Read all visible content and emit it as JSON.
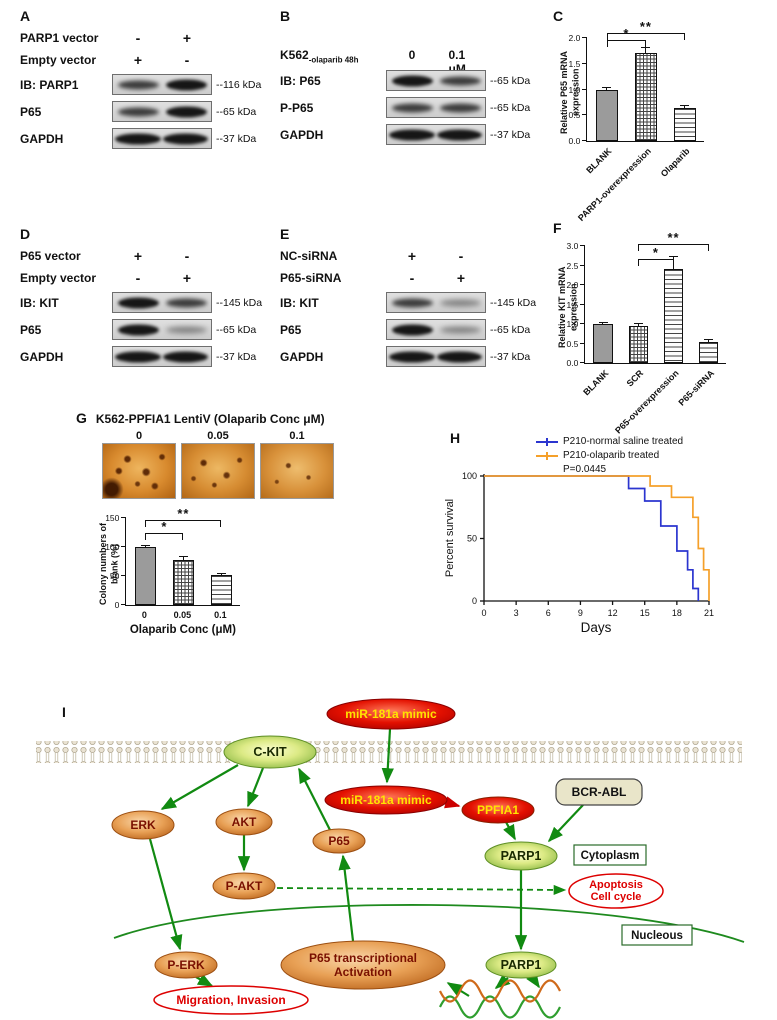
{
  "panels": {
    "a": {
      "label": "A",
      "conditions": [
        {
          "name": "PARP1 vector",
          "s1": "-",
          "s2": "+"
        },
        {
          "name": "Empty vector",
          "s1": "+",
          "s2": "-"
        }
      ],
      "blots": [
        {
          "name": "IB: PARP1",
          "kda": "--116 kDa"
        },
        {
          "name": "P65",
          "kda": "--65 kDa"
        },
        {
          "name": "GAPDH",
          "kda": "--37 kDa"
        }
      ]
    },
    "b": {
      "label": "B",
      "cell_line": "K562",
      "cell_line_sub": "-olaparib 48h",
      "doses": {
        "s1": "0",
        "s2": "0.1 μM"
      },
      "blots": [
        {
          "name": "IB: P65",
          "kda": "--65 kDa"
        },
        {
          "name": "P-P65",
          "kda": "--65 kDa"
        },
        {
          "name": "GAPDH",
          "kda": "--37 kDa"
        }
      ]
    },
    "c": {
      "label": "C"
    },
    "d": {
      "label": "D",
      "conditions": [
        {
          "name": "P65 vector",
          "s1": "+",
          "s2": "-"
        },
        {
          "name": "Empty vector",
          "s1": "-",
          "s2": "+"
        }
      ],
      "blots": [
        {
          "name": "IB: KIT",
          "kda": "--145 kDa"
        },
        {
          "name": "P65",
          "kda": "--65 kDa"
        },
        {
          "name": "GAPDH",
          "kda": "--37 kDa"
        }
      ]
    },
    "e": {
      "label": "E",
      "conditions": [
        {
          "name": "NC-siRNA",
          "s1": "+",
          "s2": "-"
        },
        {
          "name": "P65-siRNA",
          "s1": "-",
          "s2": "+"
        }
      ],
      "blots": [
        {
          "name": "IB: KIT",
          "kda": "--145 kDa"
        },
        {
          "name": "P65",
          "kda": "--65 kDa"
        },
        {
          "name": "GAPDH",
          "kda": "--37 kDa"
        }
      ]
    },
    "f": {
      "label": "F"
    },
    "g": {
      "label": "G",
      "title": "K562-PPFIA1 LentiV (Olaparib Conc μM)",
      "image_labels": [
        "0",
        "0.05",
        "0.1"
      ]
    },
    "h": {
      "label": "H"
    },
    "i": {
      "label": "I"
    }
  },
  "chart_data": [
    {
      "panel": "C",
      "type": "bar",
      "ylabel": "Relative P65 mRNA expression",
      "categories": [
        "BLANK",
        "PARP1-overexpression",
        "Olaparib"
      ],
      "values": [
        1.0,
        1.7,
        0.65
      ],
      "errors": [
        0.05,
        0.12,
        0.05
      ],
      "ylim": [
        0,
        2.0
      ],
      "yticks": [
        0,
        0.5,
        1.0,
        1.5,
        2.0
      ],
      "ytick_labels": [
        "0.0",
        "0.5",
        "1.0",
        "1.5",
        "2.0"
      ],
      "bar_styles": [
        "solid",
        "cross",
        "hlines"
      ],
      "cat_rotation": 45,
      "significance": [
        {
          "from": 0,
          "to": 1,
          "label": "*",
          "y": 1.83
        },
        {
          "from": 0,
          "to": 2,
          "label": "**",
          "y": 1.97
        }
      ]
    },
    {
      "panel": "F",
      "type": "bar",
      "ylabel": "Relative KIT mRNA expression",
      "categories": [
        "BLANK",
        "SCR",
        "P65-overexpression",
        "P65-siRNA"
      ],
      "values": [
        1.0,
        0.95,
        2.4,
        0.55
      ],
      "errors": [
        0.05,
        0.08,
        0.35,
        0.06
      ],
      "ylim": [
        0,
        3.0
      ],
      "yticks": [
        0,
        0.5,
        1.0,
        1.5,
        2.0,
        2.5,
        3.0
      ],
      "ytick_labels": [
        "0.0",
        "0.5",
        "1.0",
        "1.5",
        "2.0",
        "2.5",
        "3.0"
      ],
      "bar_styles": [
        "solid",
        "cross",
        "hlines",
        "hlines"
      ],
      "cat_rotation": 45,
      "significance": [
        {
          "from": 1,
          "to": 2,
          "label": "*",
          "y": 2.5
        },
        {
          "from": 1,
          "to": 3,
          "label": "**",
          "y": 2.88
        }
      ]
    },
    {
      "panel": "G",
      "type": "bar",
      "ylabel": "Colony numbers of blank (%)",
      "xlabel": "Olaparib Conc (μM)",
      "categories": [
        "0",
        "0.05",
        "0.1"
      ],
      "values": [
        100,
        78,
        52
      ],
      "errors": [
        3,
        6,
        4
      ],
      "ylim": [
        0,
        150
      ],
      "yticks": [
        0,
        50,
        100,
        150
      ],
      "ytick_labels": [
        "0",
        "50",
        "100",
        "150"
      ],
      "bar_styles": [
        "solid",
        "cross",
        "hlines"
      ],
      "cat_rotation": 0,
      "significance": [
        {
          "from": 0,
          "to": 1,
          "label": "*",
          "y": 112
        },
        {
          "from": 0,
          "to": 2,
          "label": "**",
          "y": 135
        }
      ]
    },
    {
      "panel": "H",
      "type": "line",
      "ylabel": "Percent survival",
      "xlabel": "Days",
      "annotation": "P=0.0445",
      "xlim": [
        0,
        21
      ],
      "ylim": [
        0,
        100
      ],
      "xticks": [
        0,
        3,
        6,
        9,
        12,
        15,
        18,
        21
      ],
      "yticks": [
        0,
        50,
        100
      ],
      "series": [
        {
          "name": "P210-normal saline treated",
          "color": "#2b35cf",
          "points": [
            [
              0,
              100
            ],
            [
              13.5,
              100
            ],
            [
              13.5,
              90
            ],
            [
              15,
              90
            ],
            [
              15,
              80
            ],
            [
              16.5,
              80
            ],
            [
              16.5,
              60
            ],
            [
              18,
              60
            ],
            [
              18,
              40
            ],
            [
              19,
              40
            ],
            [
              19,
              25
            ],
            [
              19.5,
              25
            ],
            [
              19.5,
              10
            ],
            [
              20,
              10
            ],
            [
              20,
              0
            ]
          ]
        },
        {
          "name": "P210-olaparib treated",
          "color": "#f5a02a",
          "points": [
            [
              0,
              100
            ],
            [
              15.5,
              100
            ],
            [
              15.5,
              92
            ],
            [
              17.5,
              92
            ],
            [
              17.5,
              83
            ],
            [
              19.5,
              83
            ],
            [
              19.5,
              67
            ],
            [
              20,
              67
            ],
            [
              20,
              42
            ],
            [
              20.5,
              42
            ],
            [
              20.5,
              25
            ],
            [
              21,
              25
            ],
            [
              21,
              0
            ]
          ]
        }
      ]
    }
  ],
  "pathway": {
    "label": "I",
    "nodes": {
      "mimic_top": "miR-181a mimic",
      "ckit": "C-KIT",
      "mimic_inner": "miR-181a mimic",
      "ppfia1": "PPFIA1",
      "bcr_abl": "BCR-ABL",
      "erk": "ERK",
      "akt": "AKT",
      "p65": "P65",
      "pakt": "P-AKT",
      "parp1_cyto": "PARP1",
      "cytoplasm": "Cytoplasm",
      "apoptosis_1": "Apoptosis",
      "apoptosis_2": "Cell cycle",
      "nucleus": "Nucleous",
      "perk": "P-ERK",
      "p65ta_1": "P65 transcriptional",
      "p65ta_2": "Activation",
      "migration": "Migration, Invasion",
      "parp1_nuc": "PARP1"
    }
  }
}
